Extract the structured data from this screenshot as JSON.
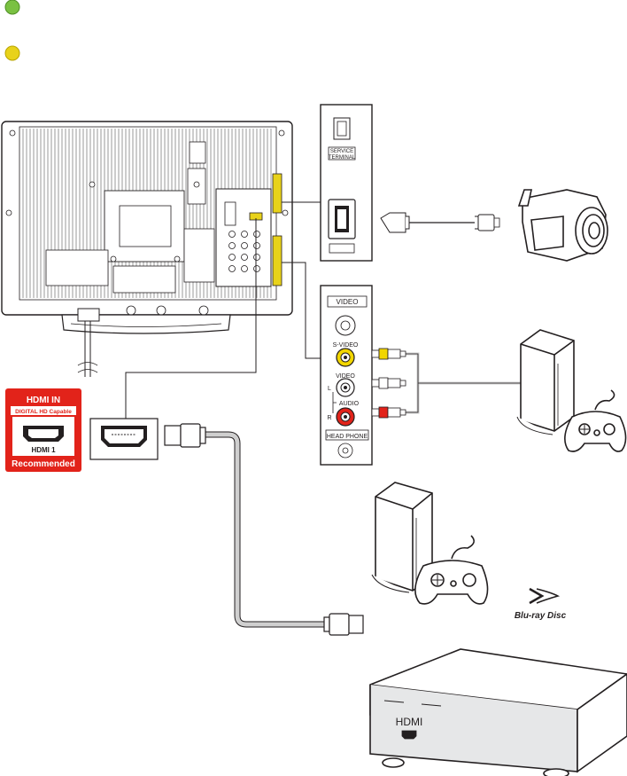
{
  "colors": {
    "green": "#7ac142",
    "yellow": "#e8d21a",
    "red": "#e2231a",
    "line": "#231f20",
    "cable_gray": "#cfcfcf",
    "video_jack": "#f2d600",
    "audio_red": "#e2231a"
  },
  "markers": {
    "first": {
      "color_name": "green",
      "icon": "green-dot-icon"
    },
    "second": {
      "color_name": "yellow",
      "icon": "yellow-dot-icon"
    }
  },
  "side_panel": {
    "service_terminal": "SERVICE\nTERMINAL",
    "service_line1": "SERVICE",
    "service_line2": "TERMINAL"
  },
  "av_panel": {
    "video_header": "VIDEO",
    "s_video": "S-VIDEO",
    "video": "VIDEO",
    "audio": "AUDIO",
    "left": "L",
    "right": "R",
    "head_phone": "HEAD PHONE"
  },
  "hdmi_badge": {
    "title": "HDMI IN",
    "subtitle": "DIGITAL HD Capable",
    "port": "HDMI 1",
    "recommended": "Recommended"
  },
  "bluray_logo": {
    "text": "Blu-ray Disc"
  },
  "player": {
    "hdmi_label": "HDMI"
  }
}
